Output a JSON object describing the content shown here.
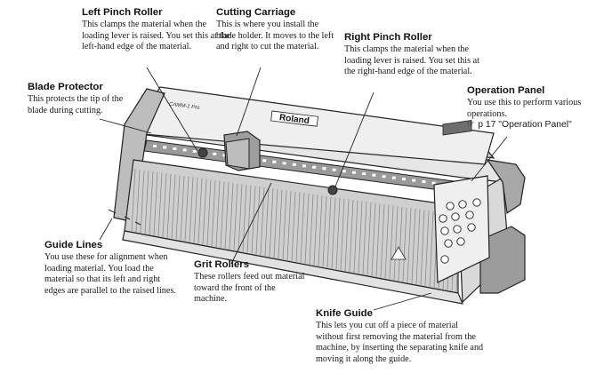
{
  "callouts": {
    "left_pinch_roller": {
      "title": "Left Pinch Roller",
      "body": "This clamps the material when the loading lever is raised. You set this at the left-hand edge of the material."
    },
    "cutting_carriage": {
      "title": "Cutting Carriage",
      "body": "This is where you install the blade holder. It moves to the left and right to cut the material."
    },
    "right_pinch_roller": {
      "title": "Right Pinch Roller",
      "body": "This clamps the material when the loading lever is raised. You set this at the right-hand edge of the material."
    },
    "blade_protector": {
      "title": "Blade Protector",
      "body": "This protects the tip of the blade during cutting."
    },
    "operation_panel": {
      "title": "Operation Panel",
      "body": "You use this to perform various operations.",
      "ref": "☞ p 17 \"Operation Panel\""
    },
    "guide_lines": {
      "title": "Guide Lines",
      "body": "You use these for alignment when loading material. You load the material so that its left and right edges are parallel to the raised lines."
    },
    "grit_rollers": {
      "title": "Grit Rollers",
      "body": "These rollers feed out material toward the front of the machine."
    },
    "knife_guide": {
      "title": "Knife Guide",
      "body": "This lets you cut off a piece of material without first removing the material from the machine, by inserting the separating knife and moving it along the guide."
    }
  },
  "machine": {
    "brand_label": "Roland",
    "model_label": "CAMM-1 Pro"
  }
}
